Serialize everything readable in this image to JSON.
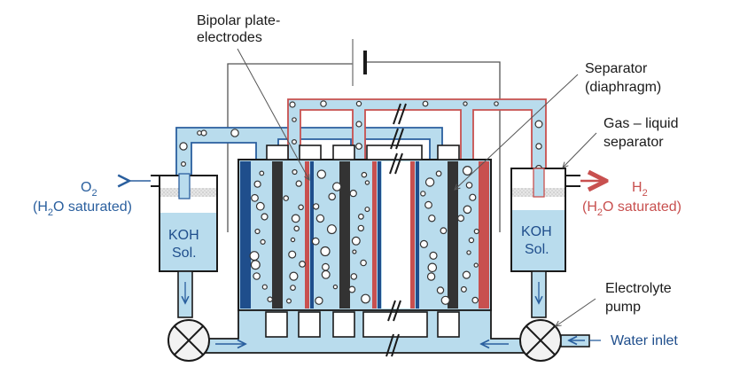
{
  "title": "Alkaline water electrolyzer with bipolar plate-electrodes",
  "labels": {
    "bipolar_line1": "Bipolar plate-",
    "bipolar_line2": "electrodes",
    "separator_line1": "Separator",
    "separator_line2": "(diaphragm)",
    "gas_liquid_line1": "Gas – liquid",
    "gas_liquid_line2": "separator",
    "o2_main": "O",
    "o2_sub": "2",
    "o2_note_pre": "(H",
    "o2_note_sub": "2",
    "o2_note_post": "O saturated)",
    "h2_main": "H",
    "h2_sub": "2",
    "h2_note_pre": "(H",
    "h2_note_sub": "2",
    "h2_note_post": "O saturated)",
    "koh_left_line1": "KOH",
    "koh_left_line2": "Sol.",
    "koh_right_line1": "KOH",
    "koh_right_line2": "Sol.",
    "pump_line1": "Electrolyte",
    "pump_line2": "pump",
    "water_inlet": "Water inlet"
  },
  "colors": {
    "electrolyte": "#b9dced",
    "anode_blue": "#1f4e8c",
    "cathode_red": "#c8504f",
    "bipolar_plate": "#333333",
    "outline": "#1a1a1a",
    "o2_text": "#2a5f9e",
    "h2_text": "#c8504f"
  },
  "components": [
    {
      "name": "power-supply",
      "type": "battery"
    },
    {
      "name": "electrolyzer-stack",
      "type": "bipolar stack",
      "cells_shown": 3
    },
    {
      "name": "o2-gas-liquid-separator",
      "contents": "KOH Sol.",
      "outlet": "O2 (H2O saturated)"
    },
    {
      "name": "h2-gas-liquid-separator",
      "contents": "KOH Sol.",
      "outlet": "H2 (H2O saturated)"
    },
    {
      "name": "left-electrolyte-pump"
    },
    {
      "name": "right-electrolyte-pump",
      "inlet": "Water inlet"
    }
  ]
}
